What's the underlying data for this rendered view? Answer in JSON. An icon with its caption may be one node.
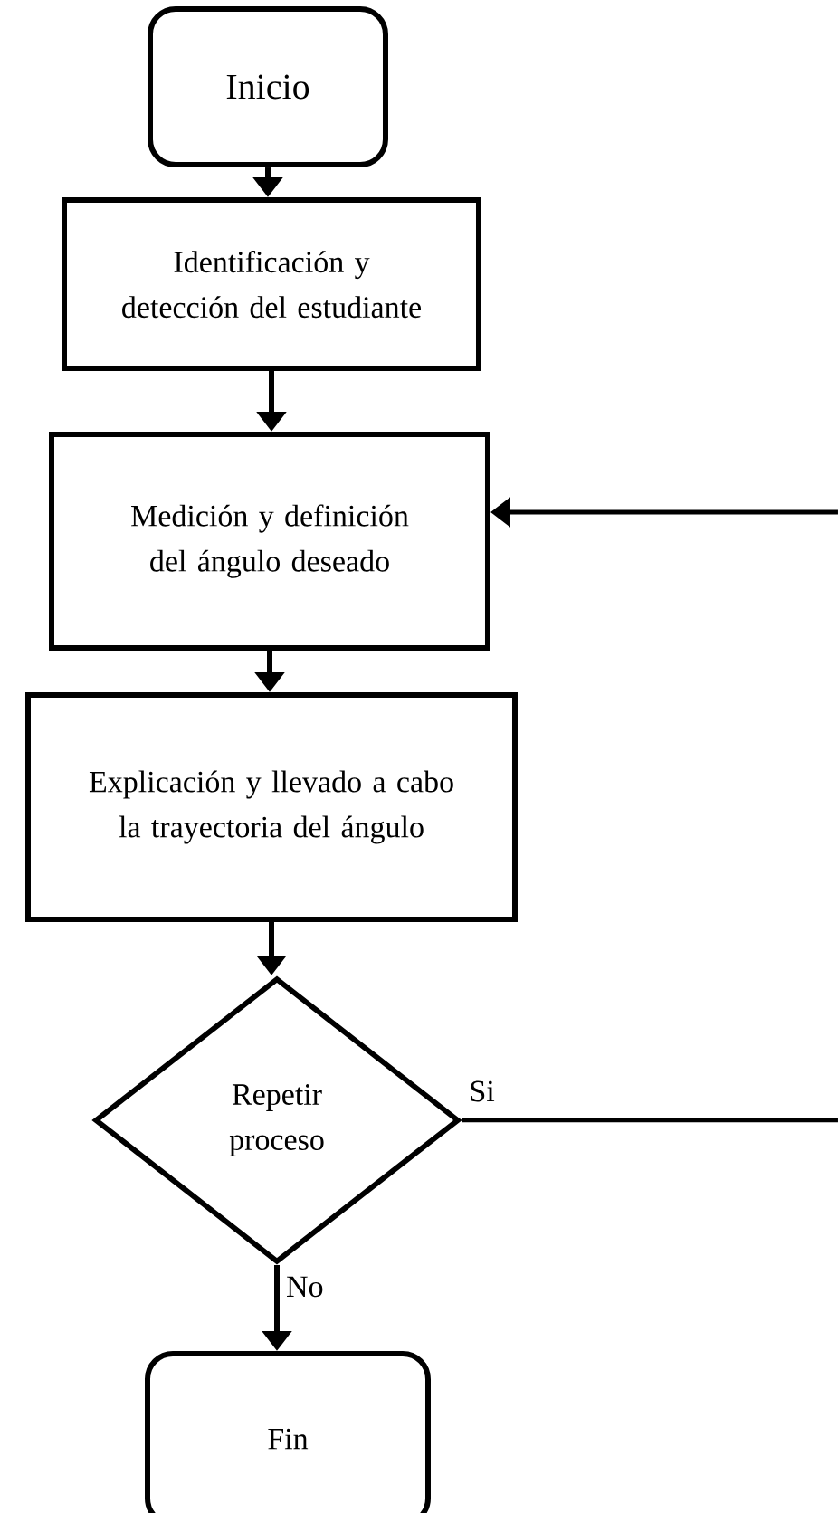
{
  "diagram": {
    "nodes": [
      {
        "text": [
          "Inicio"
        ]
      },
      {
        "text": [
          "Identificación y detección del estudiante"
        ]
      },
      {
        "text": [
          "Medición y definición del ángulo deseado"
        ]
      },
      {
        "text": [
          "Explicación y llevado a cabo la trayectoria del ángulo"
        ]
      },
      {
        "text": [
          "Repetir proceso"
        ]
      },
      {
        "text": [
          "Fin"
        ]
      }
    ],
    "edges": [
      {
        "from": 0,
        "to": 1,
        "arrow": "to"
      },
      {
        "from": 1,
        "to": 2,
        "arrow": "to"
      },
      {
        "from": 2,
        "to": 3,
        "arrow": "to"
      },
      {
        "from": 3,
        "to": 4,
        "arrow": "to"
      },
      {
        "from": 4,
        "to": 5,
        "arrow": "to",
        "label": "No"
      },
      {
        "from": 4,
        "to": 2,
        "arrow": "to",
        "label": "Si"
      }
    ]
  }
}
